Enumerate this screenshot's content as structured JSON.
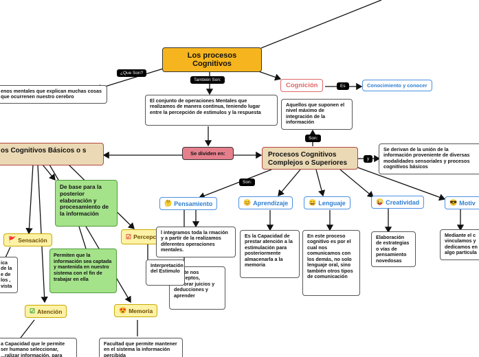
{
  "nodes": {
    "main": "Los procesos Cognitivos",
    "que_son_label": "¿Que Son?",
    "tambien_son_label": "También Son:",
    "def_left": "enos mentales que explican muchas cosas que ocurrenen nuestro cerebro",
    "def_center": "El conjunto de operaciones Mentales que realizamos de manera continua, teniendo lugar entre la percepción de estimulos y la respuesta",
    "cognicion": "Cognición",
    "es_label": "Es",
    "conocimiento": "Conocimiento y conocer",
    "aquellos": "Aquellos que suponen el nivel máximo de integración de la información",
    "son_label_1": "Son:",
    "se_dividen": "Se dividen en:",
    "basicos": "os Cognitivos Básicos o s",
    "complejos": "Procesos Cognitivos Complejos o Superiores",
    "y_label": "y",
    "se_derivan": "Se derivan de la unión de la información proveniente de diversas modalidades sensoriales y procesos cognitivos básicos",
    "son_label_2": "Son:",
    "pensamiento": "Pensamiento",
    "aprendizaje": "Aprendizaje",
    "lenguaje": "Lenguaje",
    "creatividad": "Creatividad",
    "motivacion": "Motiv",
    "de_base": "De base para la posterior elaboración y procesamiento de la información",
    "sensacion": "Sensación",
    "percepcion": "Percepción",
    "permiten": "Permiten que la información sea captada y mantenida en nuestro sistema con el fin de trabajar en ella",
    "atencion": "Atención",
    "memoria": "Memoria",
    "integramos": "l integramos toda la rmación y a partir de la realizamos diferentes operaciones mentales.",
    "permite": "ermite nos conceptos, elaborar juicios y deducciones y aprender",
    "interpretacion": "Interpretación del Estimulo",
    "aprendizaje_desc": "Es la Capacidad de prestar atención a la estimulación para posteriormente almacenarla a la memoria",
    "lenguaje_desc": "En este proceso cognitivo es por el cual nos comunicamos con los demás, no solo lenguaje oral, sino también otros tipos de comunicación",
    "creatividad_desc": "Elaboración de estrategias o vías de pensamiento novedosas",
    "motivacion_desc": "Mediante el c vinculamos y dedicamos en algo particula",
    "sensacion_desc": "ica de la e de los , vista",
    "atencion_desc": "a Capacidad que le permite ser humano seleccionar, ...ralizar información, para",
    "memoria_desc": "Facultad que permite mantener en el sistema la información percibida"
  },
  "icons": {
    "pensamiento": "thinking-face-icon",
    "aprendizaje": "smiling-face-icon",
    "lenguaje": "grinning-face-icon",
    "creatividad": "winking-face-icon",
    "motivacion": "sunglasses-face-icon",
    "sensacion": "flag-icon",
    "percepcion": "check-box-red-icon",
    "atencion": "check-box-green-icon",
    "memoria": "heart-eyes-face-icon"
  },
  "colors": {
    "main": "#f6b51e",
    "divide": "#e57f8c",
    "tan": "#ead9b4",
    "green": "#a4e38a",
    "yellow": "#fdf2a6",
    "blue_text": "#2f7fd0",
    "red_text": "#e06666"
  }
}
